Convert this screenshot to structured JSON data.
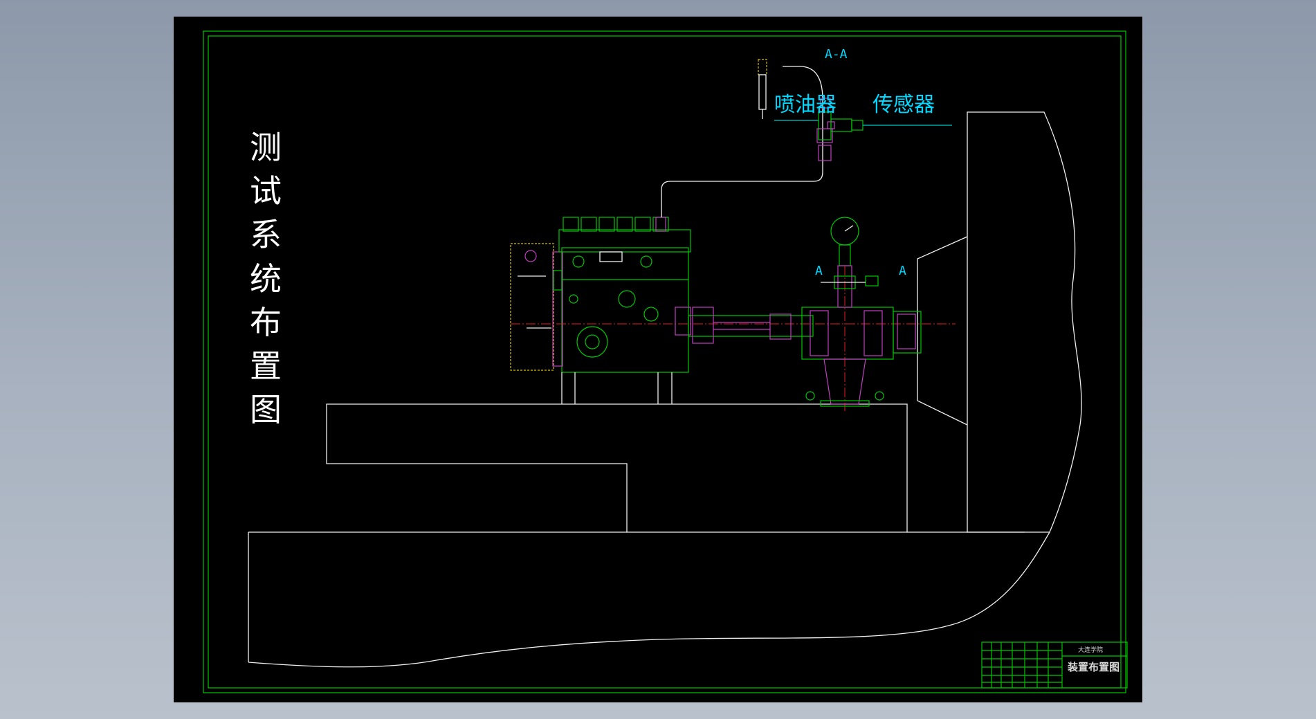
{
  "drawing": {
    "title_vertical": [
      "测",
      "试",
      "系",
      "统",
      "布",
      "置",
      "图"
    ],
    "callouts": {
      "injector": "喷油器",
      "sensor": "传感器"
    },
    "section_marks": {
      "view_label": "A-A",
      "left_mark": "A",
      "right_mark": "A"
    },
    "title_block": {
      "school": "大连学院",
      "drawing_name": "装置布置图"
    }
  },
  "colors": {
    "background": "#000000",
    "frame": "#00c800",
    "outline": "#f0f0f0",
    "text": "#00d8ff",
    "hatch": "#c040c0",
    "centerline": "#e02020"
  }
}
